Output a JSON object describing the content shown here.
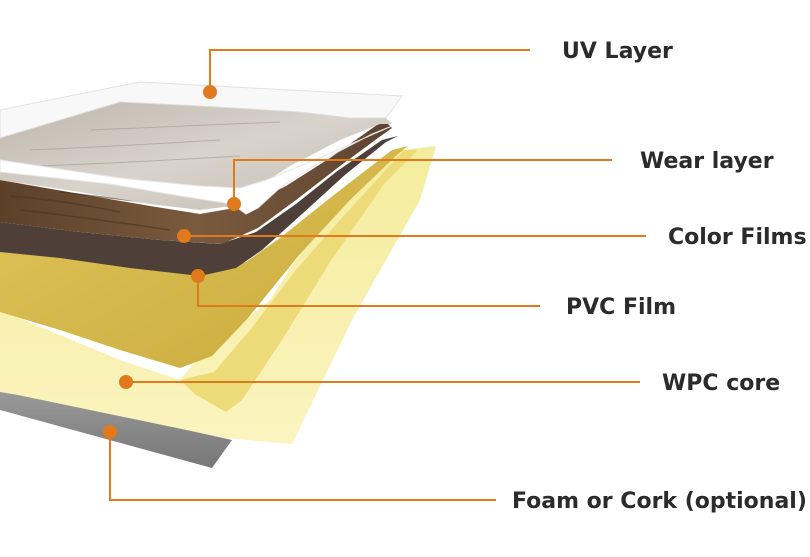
{
  "layers": [
    {
      "id": "uv",
      "label": "UV Layer"
    },
    {
      "id": "wear",
      "label": "Wear layer"
    },
    {
      "id": "color",
      "label": "Color Films"
    },
    {
      "id": "pvc",
      "label": "PVC Film"
    },
    {
      "id": "wpc",
      "label": "WPC core"
    },
    {
      "id": "foam",
      "label": "Foam or Cork (optional)"
    }
  ],
  "colors": {
    "accent": "#e07a1c",
    "text": "#2b2b2b",
    "wpc_core": "#f6efa8",
    "wpc_core_edge": "#ead979",
    "pvc_film": "#d6b94a",
    "color_film": "#5a4a3c",
    "wood_top": "#d3cec6",
    "wood_dark": "#6b4c33",
    "foam": "#8c8c8c"
  }
}
